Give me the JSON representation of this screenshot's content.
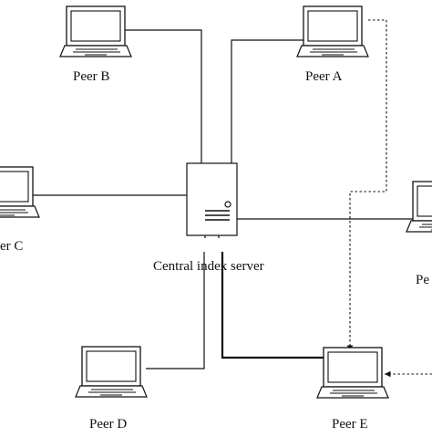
{
  "diagram": {
    "nodes": {
      "peer_a": {
        "label": "Peer A",
        "icon": "laptop-icon"
      },
      "peer_b": {
        "label": "Peer B",
        "icon": "laptop-icon"
      },
      "peer_c": {
        "label": "er C",
        "icon": "laptop-icon"
      },
      "peer_d": {
        "label": "Peer D",
        "icon": "laptop-icon"
      },
      "peer_e": {
        "label": "Peer E",
        "icon": "laptop-icon"
      },
      "peer_f": {
        "label": "Pe",
        "icon": "laptop-icon"
      },
      "server": {
        "label": "Central index server",
        "icon": "server-icon"
      }
    },
    "colors": {
      "stroke": "#111111",
      "background": "#ffffff"
    }
  }
}
